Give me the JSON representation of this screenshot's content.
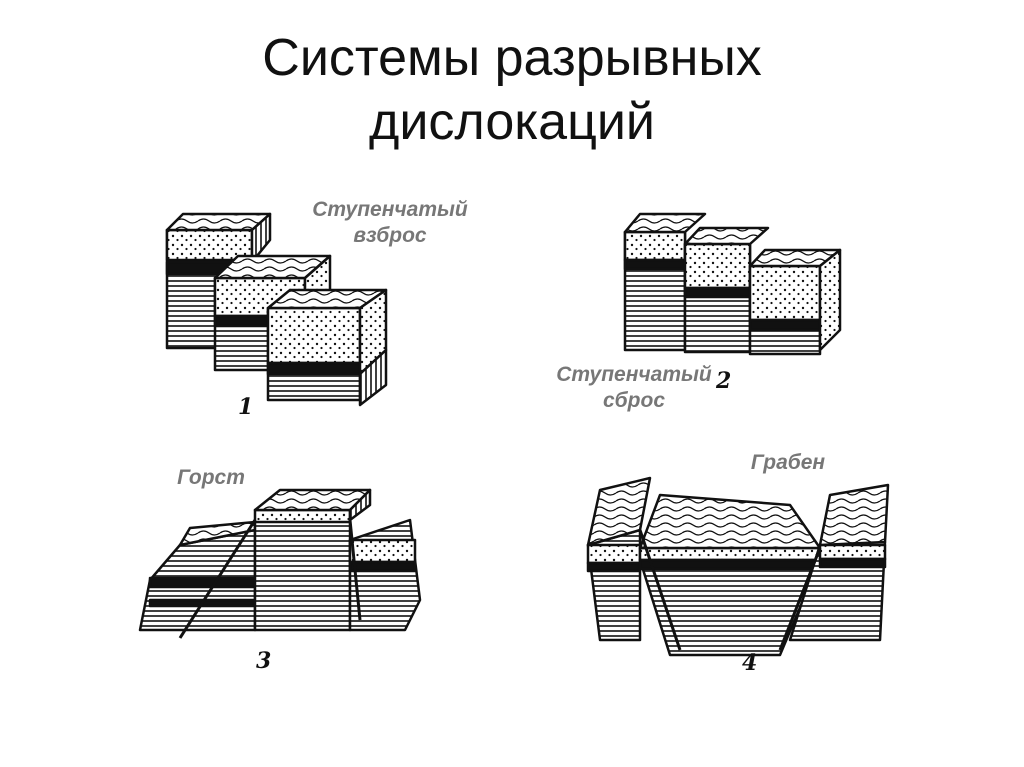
{
  "slide": {
    "title_line1": "Системы разрывных",
    "title_line2": "дислокаций"
  },
  "figures": [
    {
      "number": "1",
      "label_line1": "Ступенчатый",
      "label_line2": "взброс"
    },
    {
      "number": "2",
      "label_line1": "Ступенчатый",
      "label_line2": "сброс"
    },
    {
      "number": "3",
      "label_line1": "Горст",
      "label_line2": ""
    },
    {
      "number": "4",
      "label_line1": "Грабен",
      "label_line2": ""
    }
  ],
  "colors": {
    "ink": "#111111",
    "label": "#777777",
    "background": "#ffffff"
  }
}
